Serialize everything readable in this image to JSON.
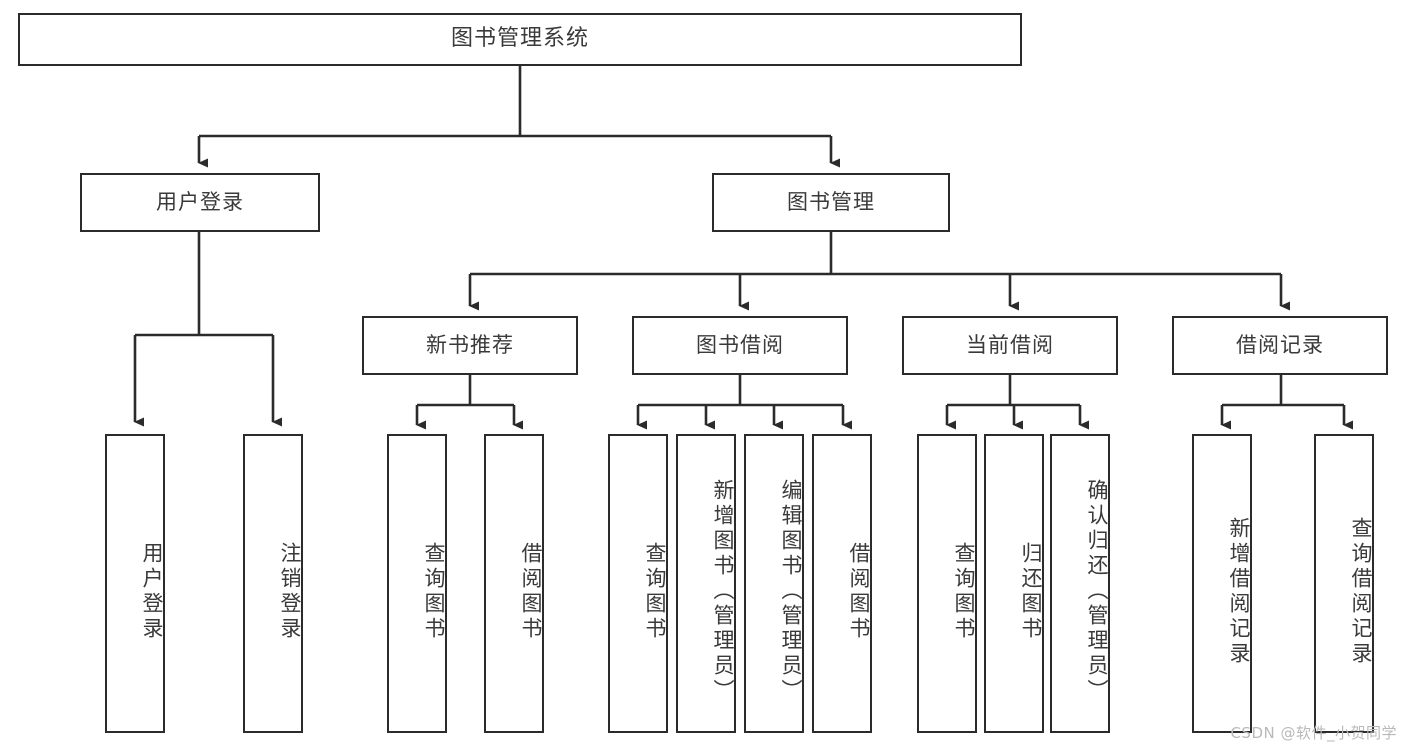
{
  "diagram": {
    "title": "图书管理系统",
    "type": "tree-hierarchy-diagram",
    "colors": {
      "box_border": "#2b2b2b",
      "box_fill": "#ffffff",
      "text": "#3a3a3a",
      "connector": "#2b2b2b",
      "watermark": "#b9b9b9",
      "background": "#ffffff"
    }
  },
  "root": {
    "label": "图书管理系统"
  },
  "level2": [
    {
      "label": "用户登录"
    },
    {
      "label": "图书管理"
    }
  ],
  "level3": [
    {
      "label": "新书推荐"
    },
    {
      "label": "图书借阅"
    },
    {
      "label": "当前借阅"
    },
    {
      "label": "借阅记录"
    }
  ],
  "leaves": {
    "user_login": [
      {
        "label": "用户登录"
      },
      {
        "label": "注销登录"
      }
    ],
    "new_book": [
      {
        "label": "查询图书"
      },
      {
        "label": "借阅图书"
      }
    ],
    "book_borrow": [
      {
        "label": "查询图书"
      },
      {
        "label": "新增图书（管理员）"
      },
      {
        "label": "编辑图书（管理员）"
      },
      {
        "label": "借阅图书"
      }
    ],
    "current_borrow": [
      {
        "label": "查询图书"
      },
      {
        "label": "归还图书"
      },
      {
        "label": "确认归还（管理员）"
      }
    ],
    "borrow_record": [
      {
        "label": "新增借阅记录"
      },
      {
        "label": "查询借阅记录"
      }
    ]
  },
  "watermark": {
    "text": "CSDN @软件_小贺同学"
  }
}
